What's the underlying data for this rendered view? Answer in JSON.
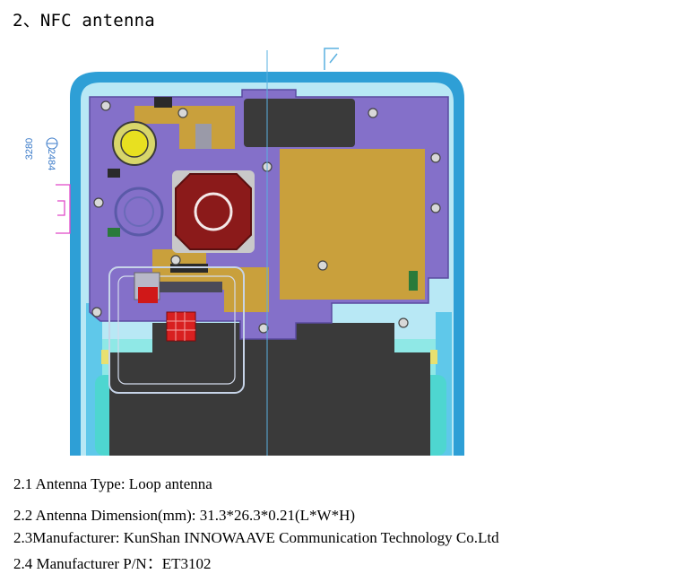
{
  "heading": "2、NFC antenna",
  "drawing": {
    "dimension_upper": "3280",
    "dimension_lower": "2484"
  },
  "specs": [
    "2.1 Antenna Type: Loop antenna",
    "2.2 Antenna Dimension(mm): 31.3*26.3*0.21(L*W*H)",
    "2.3Manufacturer: KunShan INNOWAAVE Communication Technology Co.Ltd",
    "2.4 Manufacturer P/N：ET3102"
  ],
  "colors": {
    "frame": "#2e9fd6",
    "board": "#8470c9",
    "copper": "#c9a03c",
    "battery": "#3a3a3a",
    "camera_red": "#8b1a1a",
    "teal": "#7fe6e0"
  }
}
